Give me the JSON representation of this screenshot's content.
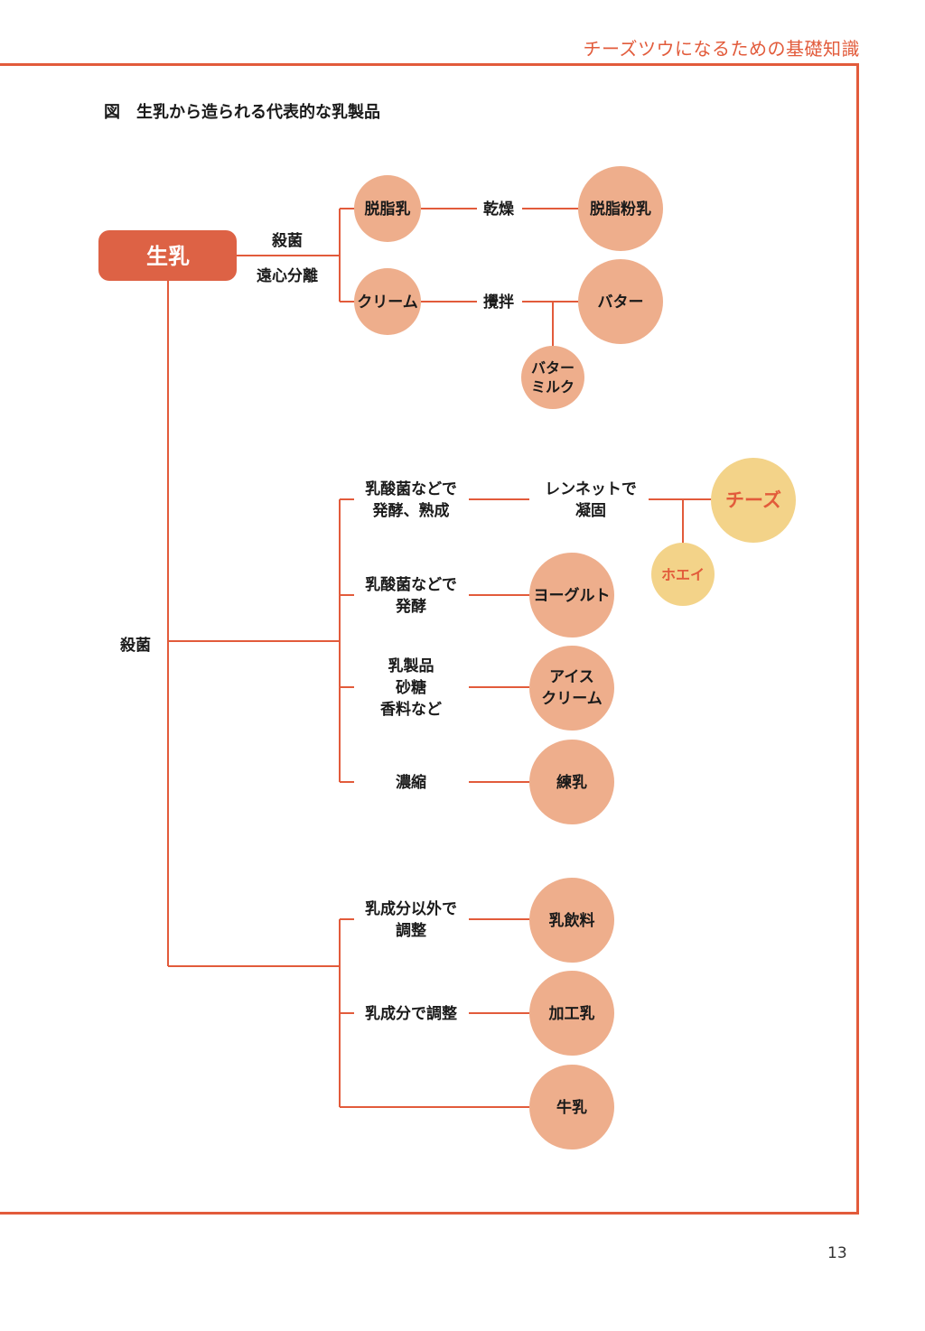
{
  "header": {
    "title": "チーズツウになるための基礎知識"
  },
  "figure": {
    "title": "図　生乳から造られる代表的な乳製品"
  },
  "page_number": "13",
  "colors": {
    "accent": "#e25b3b",
    "product_circle": "#eeae8c",
    "cheese_circle": "#f3d389",
    "root_box": "#dd6245"
  },
  "diagram": {
    "root": "生乳",
    "branch_top": {
      "label_1": "殺菌",
      "label_2": "遠心分離"
    },
    "skim_milk": "脱脂乳",
    "drying": "乾燥",
    "skim_milk_powder": "脱脂粉乳",
    "cream": "クリーム",
    "churning": "攪拌",
    "butter": "バター",
    "buttermilk": {
      "line1": "バター",
      "line2": "ミルク"
    },
    "branch_main": "殺菌",
    "ferment_ripen": {
      "line1": "乳酸菌などで",
      "line2": "発酵、熟成"
    },
    "rennet": {
      "line1": "レンネットで",
      "line2": "凝固"
    },
    "cheese": "チーズ",
    "whey": "ホエイ",
    "ferment": {
      "line1": "乳酸菌などで",
      "line2": "発酵"
    },
    "yogurt": "ヨーグルト",
    "ice_ingredients": {
      "line1": "乳製品",
      "line2": "砂糖",
      "line3": "香料など"
    },
    "ice_cream": {
      "line1": "アイス",
      "line2": "クリーム"
    },
    "concentrate": "濃縮",
    "condensed_milk": "練乳",
    "adjust_other": {
      "line1": "乳成分以外で",
      "line2": "調整"
    },
    "milk_drink": "乳飲料",
    "adjust_milk": "乳成分で調整",
    "processed_milk": "加工乳",
    "milk": "牛乳"
  }
}
